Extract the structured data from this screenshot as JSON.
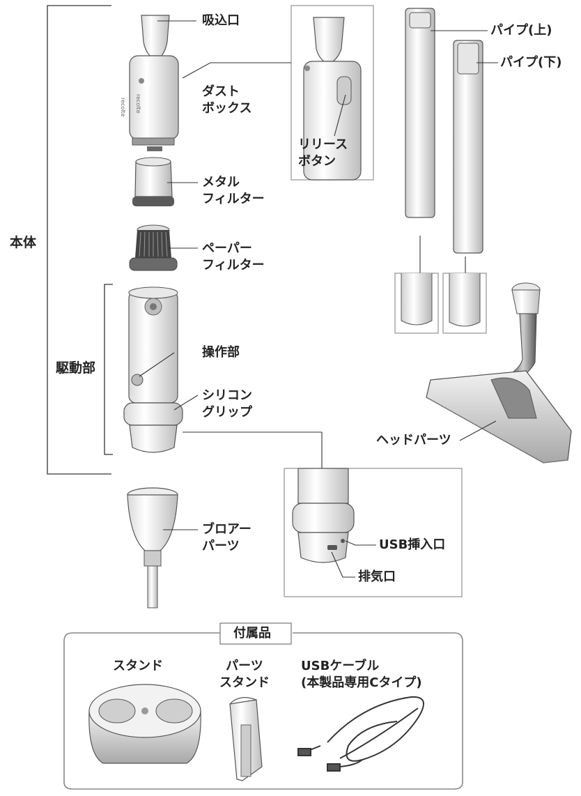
{
  "labels": {
    "honntai": "本体",
    "kudoubu": "駆動部",
    "suikomiguchi": "吸込口",
    "dust_box": [
      "ダスト",
      "ボックス"
    ],
    "release_button": [
      "リリース",
      "ボタン"
    ],
    "metal_filter": [
      "メタル",
      "フィルター"
    ],
    "paper_filter": [
      "ペーパー",
      "フィルター"
    ],
    "sousabu": "操作部",
    "silicone_grip": [
      "シリコン",
      "グリップ"
    ],
    "pipe_upper": "パイプ(上)",
    "pipe_lower": "パイプ(下)",
    "head_parts": "ヘッドパーツ",
    "blower_parts": [
      "ブロアー",
      "パーツ"
    ],
    "usb_port": "USB挿入口",
    "exhaust": "排気口",
    "brand": "recolte"
  },
  "accessories": {
    "title": "付属品",
    "stand": "スタンド",
    "parts_stand": [
      "パーツ",
      "スタンド"
    ],
    "usb_cable": [
      "USBケーブル",
      "(本製品専用Cタイプ)"
    ]
  }
}
